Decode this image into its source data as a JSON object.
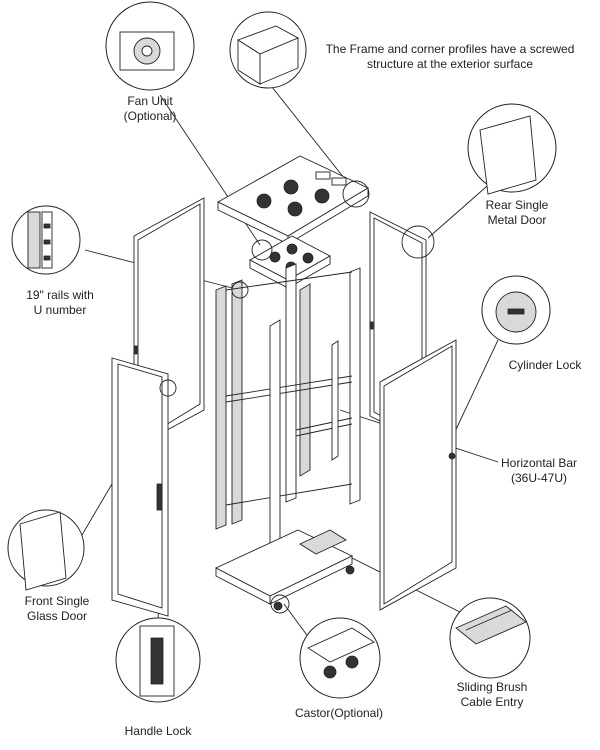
{
  "labels": {
    "fan_unit": [
      "Fan Unit",
      "(Optional)"
    ],
    "frame_profiles": [
      "The Frame and corner profiles have a screwed",
      "structure at the exterior surface"
    ],
    "rear_door": [
      "Rear Single",
      "Metal Door"
    ],
    "rails": [
      "19\" rails with",
      "U number"
    ],
    "cylinder_lock": [
      "Cylinder Lock"
    ],
    "horizontal_bar": [
      "Horizontal Bar",
      "(36U-47U)"
    ],
    "front_door": [
      "Front Single",
      "Glass Door"
    ],
    "handle_lock": [
      "Handle Lock"
    ],
    "castor": [
      "Castor(Optional)"
    ],
    "brush_entry": [
      "Sliding Brush",
      "Cable Entry"
    ]
  },
  "colors": {
    "line": "#222222",
    "background": "#ffffff"
  }
}
